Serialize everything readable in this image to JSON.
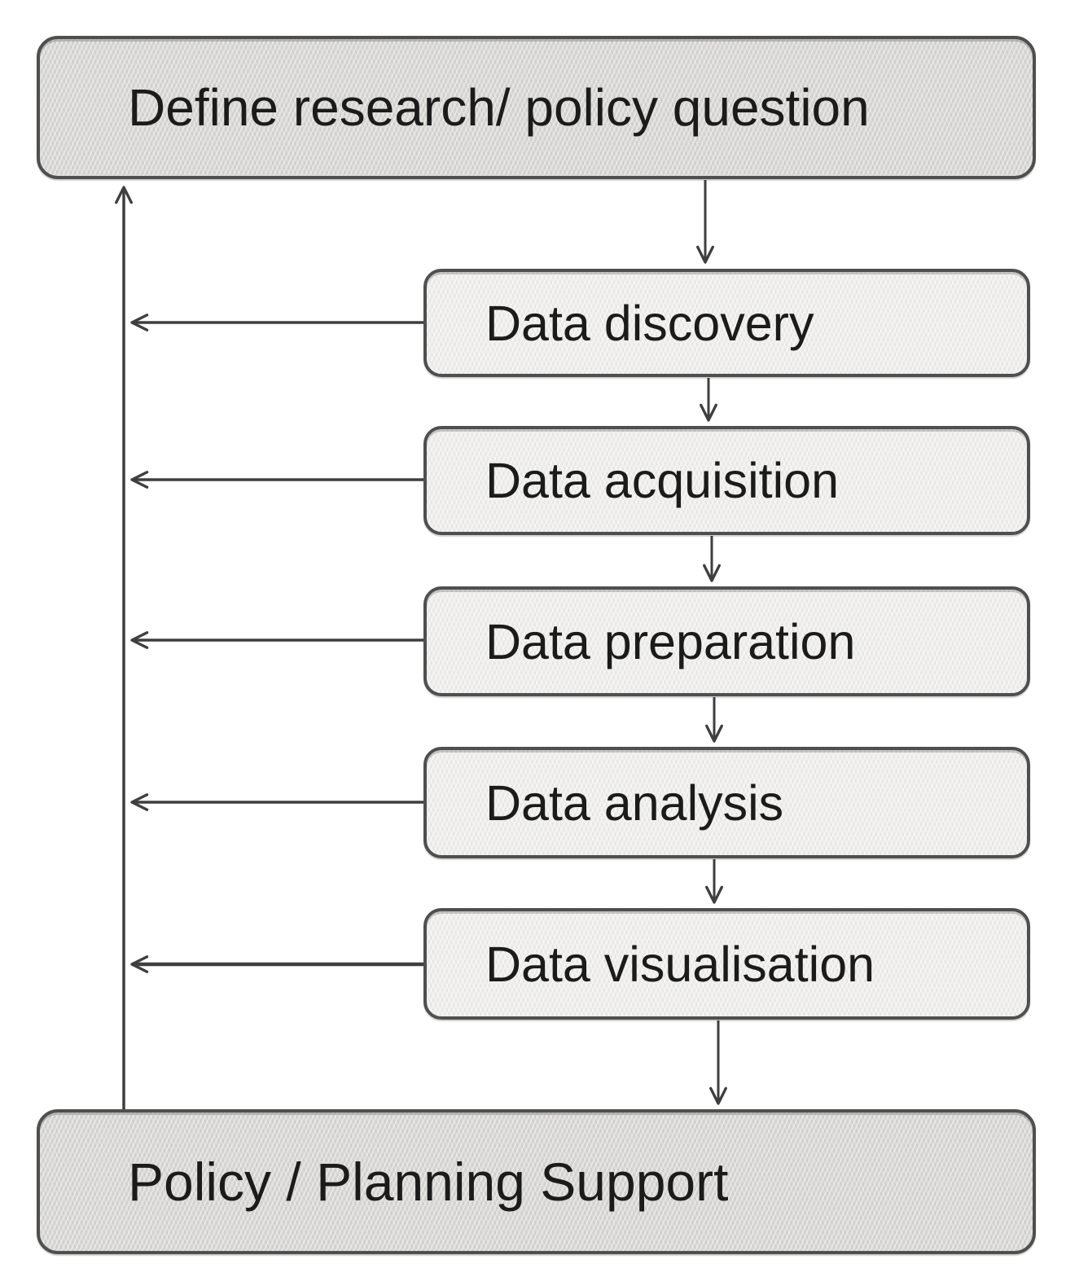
{
  "diagram": {
    "type": "flowchart",
    "nodes": [
      {
        "id": "define-question",
        "label": "Define research/ policy question",
        "role": "terminal"
      },
      {
        "id": "data-discovery",
        "label": "Data discovery",
        "role": "process"
      },
      {
        "id": "data-acquisition",
        "label": "Data acquisition",
        "role": "process"
      },
      {
        "id": "data-preparation",
        "label": "Data preparation",
        "role": "process"
      },
      {
        "id": "data-analysis",
        "label": "Data analysis",
        "role": "process"
      },
      {
        "id": "data-visualisation",
        "label": "Data visualisation",
        "role": "process"
      },
      {
        "id": "policy-support",
        "label": "Policy / Planning Support",
        "role": "terminal"
      }
    ],
    "edges": [
      {
        "from": "define-question",
        "to": "data-discovery",
        "kind": "flow-down"
      },
      {
        "from": "data-discovery",
        "to": "data-acquisition",
        "kind": "flow-down"
      },
      {
        "from": "data-acquisition",
        "to": "data-preparation",
        "kind": "flow-down"
      },
      {
        "from": "data-preparation",
        "to": "data-analysis",
        "kind": "flow-down"
      },
      {
        "from": "data-analysis",
        "to": "data-visualisation",
        "kind": "flow-down"
      },
      {
        "from": "data-visualisation",
        "to": "policy-support",
        "kind": "flow-down"
      },
      {
        "from": "data-discovery",
        "to": "define-question",
        "kind": "feedback-left"
      },
      {
        "from": "data-acquisition",
        "to": "define-question",
        "kind": "feedback-left"
      },
      {
        "from": "data-preparation",
        "to": "define-question",
        "kind": "feedback-left"
      },
      {
        "from": "data-analysis",
        "to": "define-question",
        "kind": "feedback-left"
      },
      {
        "from": "data-visualisation",
        "to": "define-question",
        "kind": "feedback-left"
      },
      {
        "from": "policy-support",
        "to": "define-question",
        "kind": "feedback-rail-up"
      }
    ],
    "colors": {
      "terminal_fill": "#d9d8d5",
      "process_fill": "#efeeec",
      "border": "#4f4f4f",
      "connector": "#3f3f3f",
      "text": "#1b1b1b",
      "background": "#ffffff"
    }
  }
}
